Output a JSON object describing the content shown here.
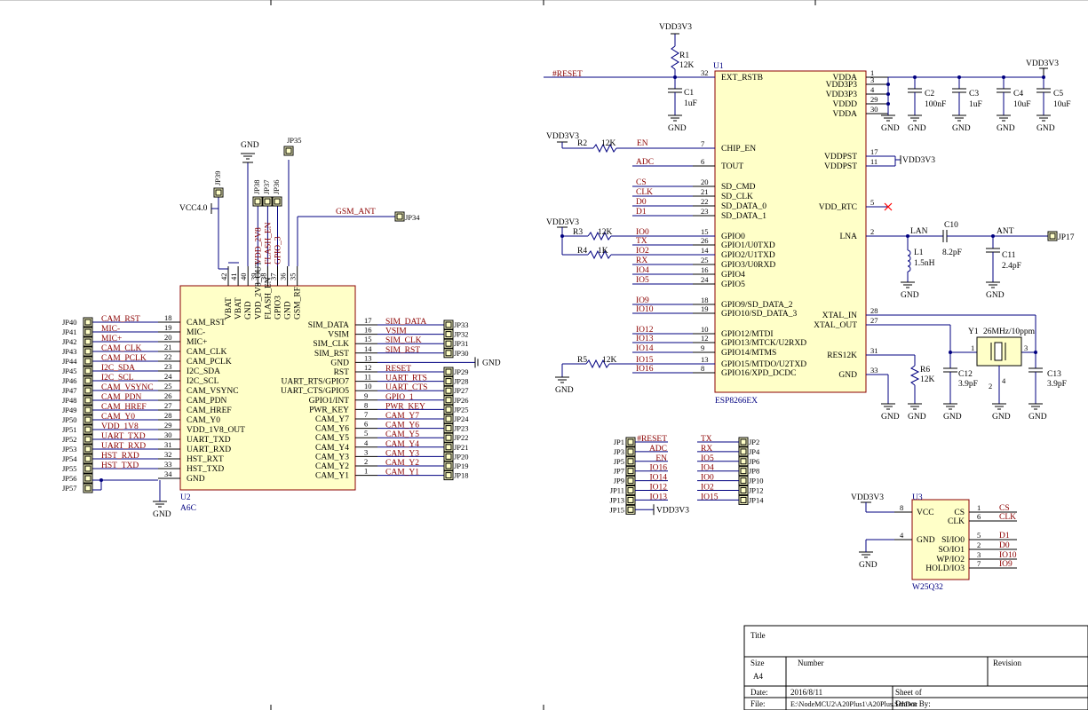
{
  "u1": {
    "designator": "U1",
    "part": "ESP8266EX",
    "left_pins": [
      {
        "num": "32",
        "name": "EXT_RSTB"
      },
      {
        "num": "7",
        "name": "CHIP_EN"
      },
      {
        "num": "6",
        "name": "TOUT"
      },
      {
        "num": "20",
        "name": "SD_CMD"
      },
      {
        "num": "21",
        "name": "SD_CLK"
      },
      {
        "num": "22",
        "name": "SD_DATA_0"
      },
      {
        "num": "23",
        "name": "SD_DATA_1"
      },
      {
        "num": "15",
        "name": "GPIO0"
      },
      {
        "num": "26",
        "name": "GPIO1/U0TXD"
      },
      {
        "num": "14",
        "name": "GPIO2/U1TXD"
      },
      {
        "num": "25",
        "name": "GPIO3/U0RXD"
      },
      {
        "num": "16",
        "name": "GPIO4"
      },
      {
        "num": "24",
        "name": "GPIO5"
      },
      {
        "num": "18",
        "name": "GPIO9/SD_DATA_2"
      },
      {
        "num": "19",
        "name": "GPIO10/SD_DATA_3"
      },
      {
        "num": "10",
        "name": "GPIO12/MTDI"
      },
      {
        "num": "12",
        "name": "GPIO13/MTCK/U2RXD"
      },
      {
        "num": "9",
        "name": "GPIO14/MTMS"
      },
      {
        "num": "13",
        "name": "GPIO15/MTDO/U2TXD"
      },
      {
        "num": "8",
        "name": "GPIO16/XPD_DCDC"
      }
    ],
    "right_pins": [
      {
        "num": "1",
        "name": "VDDA"
      },
      {
        "num": "3",
        "name": "VDD3P3"
      },
      {
        "num": "4",
        "name": "VDD3P3"
      },
      {
        "num": "29",
        "name": "VDDD"
      },
      {
        "num": "30",
        "name": "VDDA"
      },
      {
        "num": "17",
        "name": "VDDPST"
      },
      {
        "num": "11",
        "name": "VDDPST"
      },
      {
        "num": "5",
        "name": "VDD_RTC"
      },
      {
        "num": "2",
        "name": "LNA"
      },
      {
        "num": "28",
        "name": "XTAL_IN"
      },
      {
        "num": "27",
        "name": "XTAL_OUT"
      },
      {
        "num": "31",
        "name": "RES12K"
      },
      {
        "num": "33",
        "name": "GND"
      }
    ],
    "left_nets": [
      "#RESET",
      "EN",
      "ADC",
      "CS",
      "CLK",
      "D0",
      "D1",
      "IO0",
      "TX",
      "IO2",
      "RX",
      "IO4",
      "IO5",
      "IO9",
      "IO10",
      "IO12",
      "IO13",
      "IO14",
      "IO15",
      "IO16"
    ]
  },
  "u2": {
    "designator": "U2",
    "part": "A6C",
    "left_pins": [
      {
        "num": "18",
        "name": "CAM_RST",
        "net": "CAM_RST",
        "jp": "JP40"
      },
      {
        "num": "19",
        "name": "MIC-",
        "net": "MIC-",
        "jp": "JP41"
      },
      {
        "num": "20",
        "name": "MIC+",
        "net": "MIC+",
        "jp": "JP42"
      },
      {
        "num": "21",
        "name": "CAM_CLK",
        "net": "CAM_CLK",
        "jp": "JP43"
      },
      {
        "num": "22",
        "name": "CAM_PCLK",
        "net": "CAM_PCLK",
        "jp": "JP44"
      },
      {
        "num": "23",
        "name": "I2C_SDA",
        "net": "I2C_SDA",
        "jp": "JP45"
      },
      {
        "num": "24",
        "name": "I2C_SCL",
        "net": "I2C_SCL",
        "jp": "JP46"
      },
      {
        "num": "25",
        "name": "CAM_VSYNC",
        "net": "CAM_VSYNC",
        "jp": "JP47"
      },
      {
        "num": "26",
        "name": "CAM_PDN",
        "net": "CAM_PDN",
        "jp": "JP48"
      },
      {
        "num": "27",
        "name": "CAM_HREF",
        "net": "CAM_HREF",
        "jp": "JP49"
      },
      {
        "num": "28",
        "name": "CAM_Y0",
        "net": "CAM_Y0",
        "jp": "JP50"
      },
      {
        "num": "29",
        "name": "VDD_1V8_OUT",
        "net": "VDD_1V8",
        "jp": "JP51"
      },
      {
        "num": "30",
        "name": "UART_TXD",
        "net": "UART_TXD",
        "jp": "JP52"
      },
      {
        "num": "31",
        "name": "UART_RXD",
        "net": "UART_RXD",
        "jp": "JP53"
      },
      {
        "num": "32",
        "name": "HST_RXT",
        "net": "HST_RXD",
        "jp": "JP54"
      },
      {
        "num": "33",
        "name": "HST_TXD",
        "net": "HST_TXD",
        "jp": "JP55"
      },
      {
        "num": "34",
        "name": "GND",
        "net": "",
        "jp": "JP56"
      },
      {
        "num": "",
        "name": "",
        "net": "",
        "jp": "JP57"
      }
    ],
    "right_pins": [
      {
        "num": "17",
        "name": "SIM_DATA",
        "net": "SIM_DATA",
        "jp": "JP33"
      },
      {
        "num": "16",
        "name": "VSIM",
        "net": "VSIM",
        "jp": "JP32"
      },
      {
        "num": "15",
        "name": "SIM_CLK",
        "net": "SIM_CLK",
        "jp": "JP31"
      },
      {
        "num": "14",
        "name": "SIM_RST",
        "net": "SIM_RST",
        "jp": "JP30"
      },
      {
        "num": "13",
        "name": "GND",
        "net": "",
        "jp": ""
      },
      {
        "num": "12",
        "name": "RST",
        "net": "RESET",
        "jp": "JP29"
      },
      {
        "num": "11",
        "name": "UART_RTS/GPIO7",
        "net": "UART_RTS",
        "jp": "JP28"
      },
      {
        "num": "10",
        "name": "UART_CTS/GPIO5",
        "net": "UART_CTS",
        "jp": "JP27"
      },
      {
        "num": "9",
        "name": "GPIO1/INT",
        "net": "GPIO_1",
        "jp": "JP26"
      },
      {
        "num": "8",
        "name": "PWR_KEY",
        "net": "PWR_KEY",
        "jp": "JP25"
      },
      {
        "num": "7",
        "name": "CAM_Y7",
        "net": "CAM_Y7",
        "jp": "JP24"
      },
      {
        "num": "6",
        "name": "CAM_Y6",
        "net": "CAM_Y6",
        "jp": "JP23"
      },
      {
        "num": "5",
        "name": "CAM_Y5",
        "net": "CAM_Y5",
        "jp": "JP22"
      },
      {
        "num": "4",
        "name": "CAM_Y4",
        "net": "CAM_Y4",
        "jp": "JP21"
      },
      {
        "num": "3",
        "name": "CAM_Y3",
        "net": "CAM_Y3",
        "jp": "JP20"
      },
      {
        "num": "2",
        "name": "CAM_Y2",
        "net": "CAM_Y2",
        "jp": "JP19"
      },
      {
        "num": "1",
        "name": "CAM_Y1",
        "net": "CAM_Y1",
        "jp": "JP18"
      }
    ],
    "top_pins": [
      {
        "num": "42",
        "name": "VBAT"
      },
      {
        "num": "41",
        "name": "VBAT"
      },
      {
        "num": "40",
        "name": "GND"
      },
      {
        "num": "39",
        "name": "VDD_2V8_OUT",
        "net": "VDD_2V8"
      },
      {
        "num": "38",
        "name": "FLASH_EN",
        "net": "FLASH_EN"
      },
      {
        "num": "37",
        "name": "GPIO3",
        "net": "GPIO_3"
      },
      {
        "num": "36",
        "name": "GND"
      },
      {
        "num": "35",
        "name": "GSM_RF"
      }
    ],
    "top_jps": [
      "JP39",
      "JP38",
      "JP37",
      "JP36",
      "JP35",
      "JP34"
    ],
    "net_vcc": "VCC4.0",
    "net_gsm": "GSM_ANT"
  },
  "u3": {
    "designator": "U3",
    "part": "W25Q32",
    "left_pins": [
      {
        "num": "8",
        "name": "VCC"
      },
      {
        "num": "4",
        "name": "GND"
      }
    ],
    "right_pins": [
      {
        "num": "1",
        "name": "CS",
        "net": "CS",
        "bar": true
      },
      {
        "num": "6",
        "name": "CLK",
        "net": "CLK",
        "bar": false
      },
      {
        "num": "5",
        "name": "SI/IO0",
        "net": "D1",
        "bar": false
      },
      {
        "num": "2",
        "name": "SO/IO1",
        "net": "D0",
        "bar": false
      },
      {
        "num": "3",
        "name": "WP/IO2",
        "net": "IO10",
        "bar": true
      },
      {
        "num": "7",
        "name": "HOLD/IO3",
        "net": "IO9",
        "bar": true
      }
    ]
  },
  "passives": {
    "r1": {
      "ref": "R1",
      "val": "12K"
    },
    "r2": {
      "ref": "R2",
      "val": "12K"
    },
    "r3": {
      "ref": "R3",
      "val": "12K"
    },
    "r4": {
      "ref": "R4",
      "val": "1K"
    },
    "r5": {
      "ref": "R5",
      "val": "12K"
    },
    "r6": {
      "ref": "R6",
      "val": "12K"
    },
    "c1": {
      "ref": "C1",
      "val": "1uF"
    },
    "c2": {
      "ref": "C2",
      "val": "100nF"
    },
    "c3": {
      "ref": "C3",
      "val": "1uF"
    },
    "c4": {
      "ref": "C4",
      "val": "10uF"
    },
    "c5": {
      "ref": "C5",
      "val": "10uF"
    },
    "c10": {
      "ref": "C10",
      "val": "8.2pF"
    },
    "c11": {
      "ref": "C11",
      "val": "2.4pF"
    },
    "c12": {
      "ref": "C12",
      "val": "3.9pF"
    },
    "c13": {
      "ref": "C13",
      "val": "3.9pF"
    },
    "l1": {
      "ref": "L1",
      "val": "1.5nH"
    },
    "y1": {
      "ref": "Y1",
      "val": "26MHz/10ppm"
    }
  },
  "nets": {
    "vdd3v3": "VDD3V3",
    "gnd": "GND",
    "lan": "LAN",
    "ant": "ANT",
    "jp17": "JP17"
  },
  "headers": {
    "left": [
      {
        "jp": "JP1",
        "net": "#RESET"
      },
      {
        "jp": "JP3",
        "net": "ADC"
      },
      {
        "jp": "JP5",
        "net": "EN"
      },
      {
        "jp": "JP7",
        "net": "IO16"
      },
      {
        "jp": "JP9",
        "net": "IO14"
      },
      {
        "jp": "JP11",
        "net": "IO12"
      },
      {
        "jp": "JP13",
        "net": "IO13"
      },
      {
        "jp": "JP15",
        "net": "VDD3V3"
      }
    ],
    "right": [
      {
        "jp": "JP2",
        "net": "TX"
      },
      {
        "jp": "JP4",
        "net": "RX"
      },
      {
        "jp": "JP6",
        "net": "IO5"
      },
      {
        "jp": "JP8",
        "net": "IO4"
      },
      {
        "jp": "JP10",
        "net": "IO0"
      },
      {
        "jp": "JP12",
        "net": "IO2"
      },
      {
        "jp": "JP14",
        "net": "IO15"
      }
    ]
  },
  "title_block": {
    "title_label": "Title",
    "size_label": "Size",
    "size_value": "A4",
    "number_label": "Number",
    "revision_label": "Revision",
    "date_label": "Date:",
    "date_value": "2016/8/11",
    "sheet_label": "Sheet  of",
    "file_label": "File:",
    "file_value": "E:\\NodeMCU2\\A20Plus1\\A20Plus.SchDoc",
    "drawn_label": "Drawn By:"
  },
  "colors": {
    "wire": "#000080",
    "body_fill": "#ffffc8",
    "body_stroke": "#8b0000",
    "net_label": "#8b0000",
    "no_connect": "#ff0000"
  }
}
